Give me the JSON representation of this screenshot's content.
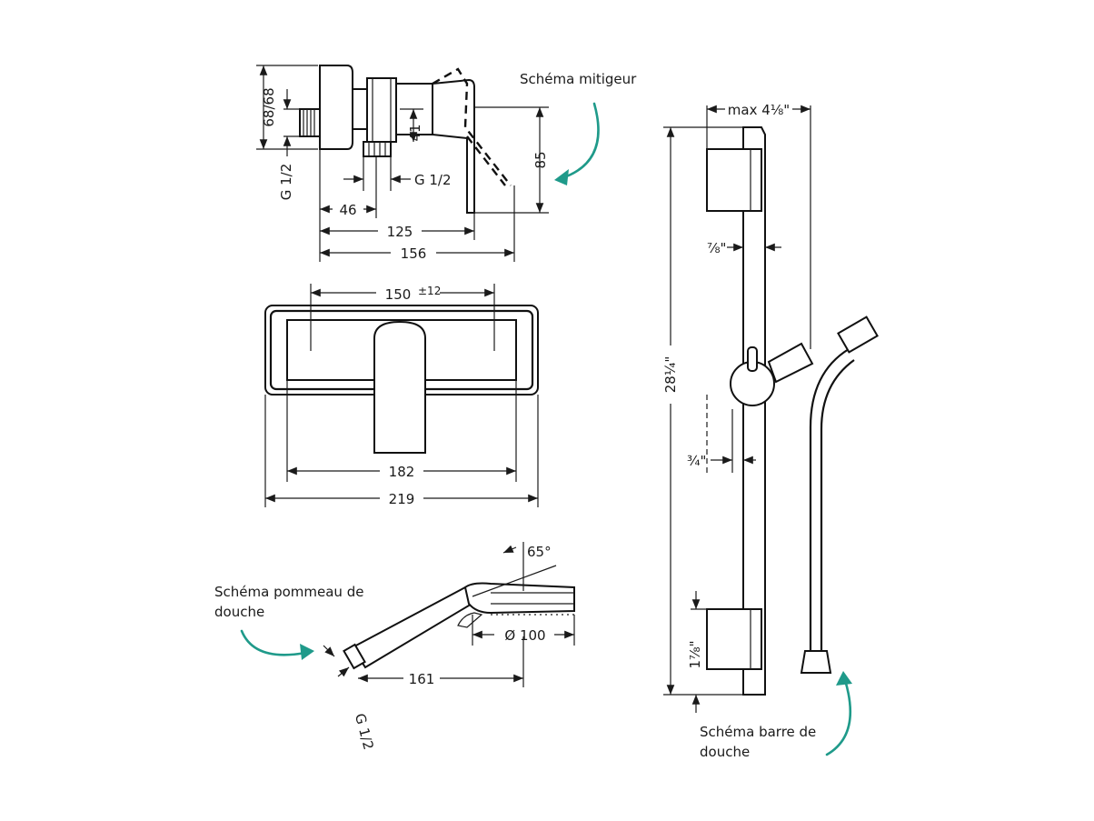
{
  "colors": {
    "line": "#111111",
    "annotation_arrow": "#1f9a8a",
    "background": "#ffffff"
  },
  "captions": {
    "mixer": "Schéma mitigeur",
    "shower_head_1": "Schéma pommeau de",
    "shower_head_2": "douche",
    "bar_1": "Schéma barre de",
    "bar_2": "douche"
  },
  "mixer_side": {
    "dim_68": "68/68",
    "dim_41": "41",
    "dim_85": "85",
    "dim_g_left": "G 1/2",
    "dim_g_right": "G 1/2",
    "dim_46": "46",
    "dim_125": "125",
    "dim_156": "156"
  },
  "mixer_front": {
    "dim_150": "150",
    "dim_150_tol": "±12",
    "dim_182": "182",
    "dim_219": "219"
  },
  "shower_head": {
    "angle": "65°",
    "diameter": "Ø 100",
    "length": "161",
    "thread": "G 1/2"
  },
  "shower_bar": {
    "max_width": "max 4⅛\"",
    "bar_width": "⅞\"",
    "height": "28¼\"",
    "offset": "¾\"",
    "bottom": "1⅞\""
  }
}
